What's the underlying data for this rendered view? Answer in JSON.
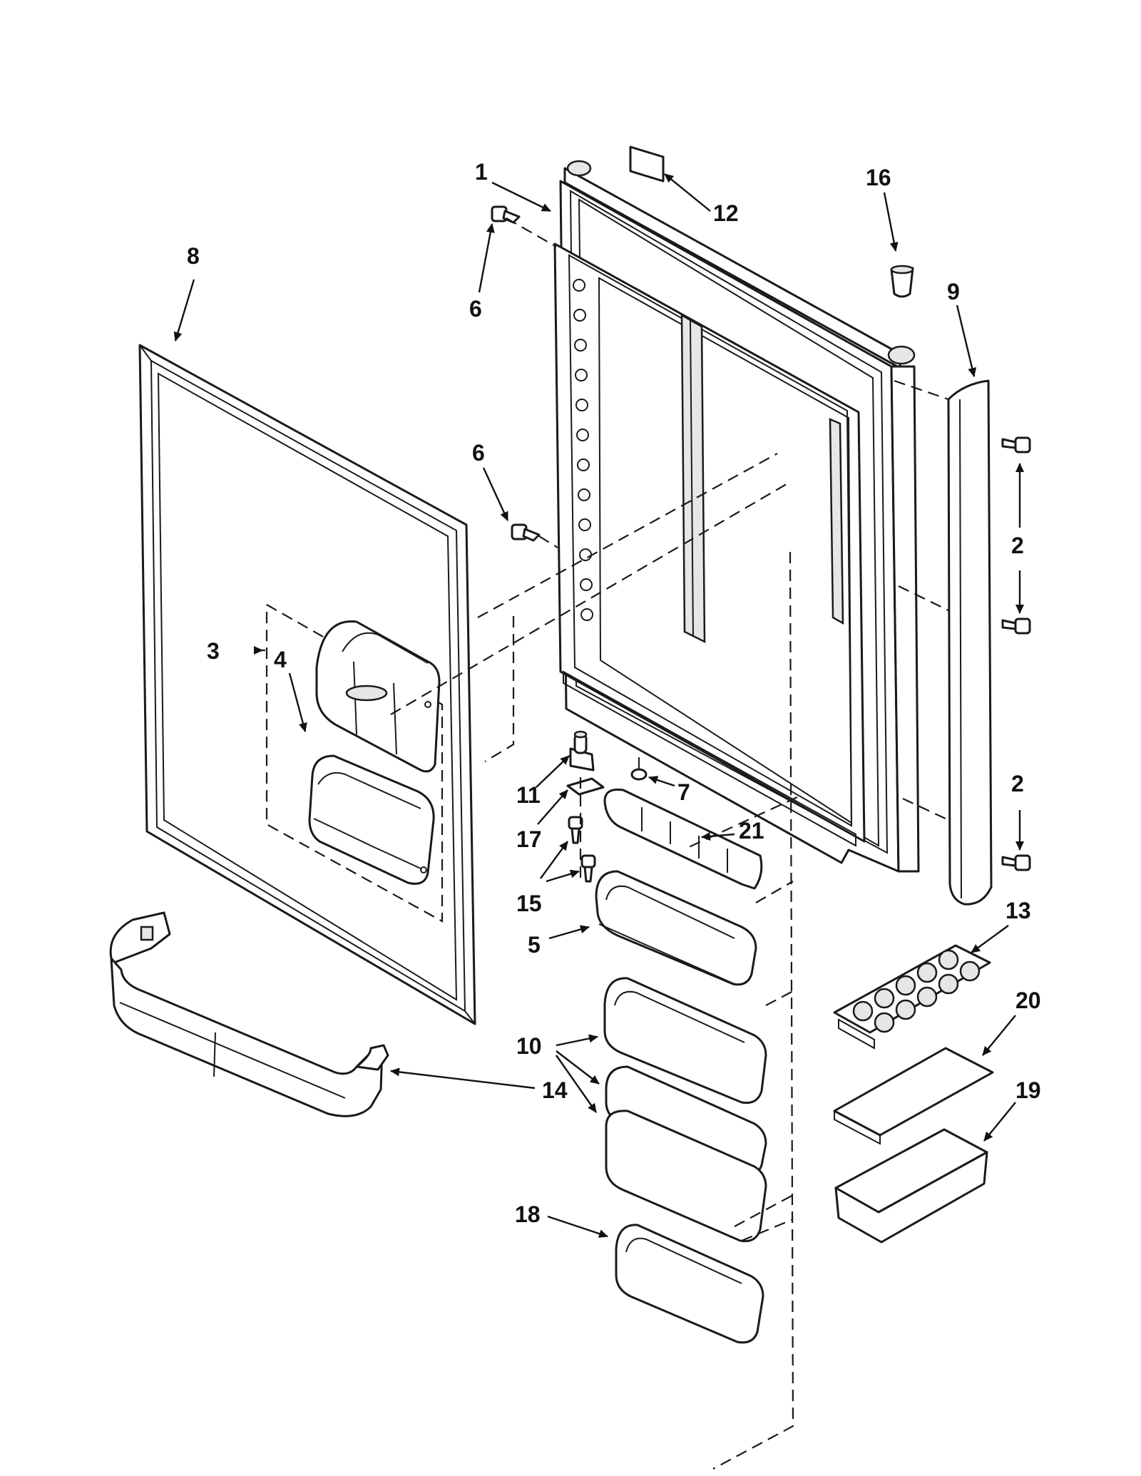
{
  "callouts": [
    {
      "id": "1",
      "label": "1"
    },
    {
      "id": "2a",
      "label": "2"
    },
    {
      "id": "2b",
      "label": "2"
    },
    {
      "id": "3",
      "label": "3"
    },
    {
      "id": "4",
      "label": "4"
    },
    {
      "id": "5",
      "label": "5"
    },
    {
      "id": "6a",
      "label": "6"
    },
    {
      "id": "6b",
      "label": "6"
    },
    {
      "id": "7",
      "label": "7"
    },
    {
      "id": "8",
      "label": "8"
    },
    {
      "id": "9",
      "label": "9"
    },
    {
      "id": "10",
      "label": "10"
    },
    {
      "id": "11",
      "label": "11"
    },
    {
      "id": "12",
      "label": "12"
    },
    {
      "id": "13",
      "label": "13"
    },
    {
      "id": "14",
      "label": "14"
    },
    {
      "id": "15",
      "label": "15"
    },
    {
      "id": "16",
      "label": "16"
    },
    {
      "id": "17",
      "label": "17"
    },
    {
      "id": "18",
      "label": "18"
    },
    {
      "id": "19",
      "label": "19"
    },
    {
      "id": "20",
      "label": "20"
    },
    {
      "id": "21",
      "label": "21"
    }
  ],
  "colors": {
    "line": "#1a1a1a",
    "background": "#ffffff",
    "shade": "#e6e6e6"
  }
}
